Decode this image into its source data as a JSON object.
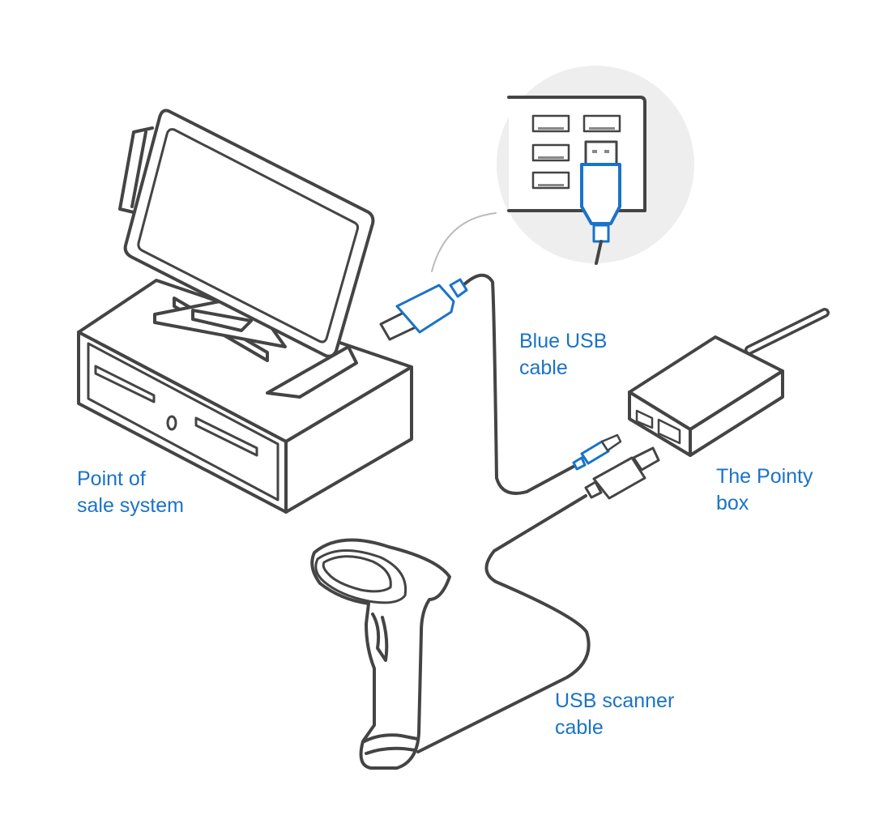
{
  "labels": {
    "pos_system": [
      "Point of",
      "sale system"
    ],
    "blue_usb_cable": [
      "Blue USB",
      "cable"
    ],
    "pointy_box": [
      "The Pointy",
      "box"
    ],
    "usb_scanner_cable": [
      "USB scanner",
      "cable"
    ]
  },
  "colors": {
    "outline": "#444444",
    "accent_blue": "#1a73c8",
    "inset_bg": "#eeeeee",
    "leader_line": "#bbbbbb",
    "face_fill": "#ffffff"
  },
  "icons": [
    "pos-terminal-icon",
    "cash-drawer-icon",
    "usb-port-panel-icon",
    "usb-plug-icon",
    "pointy-box-icon",
    "barcode-scanner-icon"
  ]
}
